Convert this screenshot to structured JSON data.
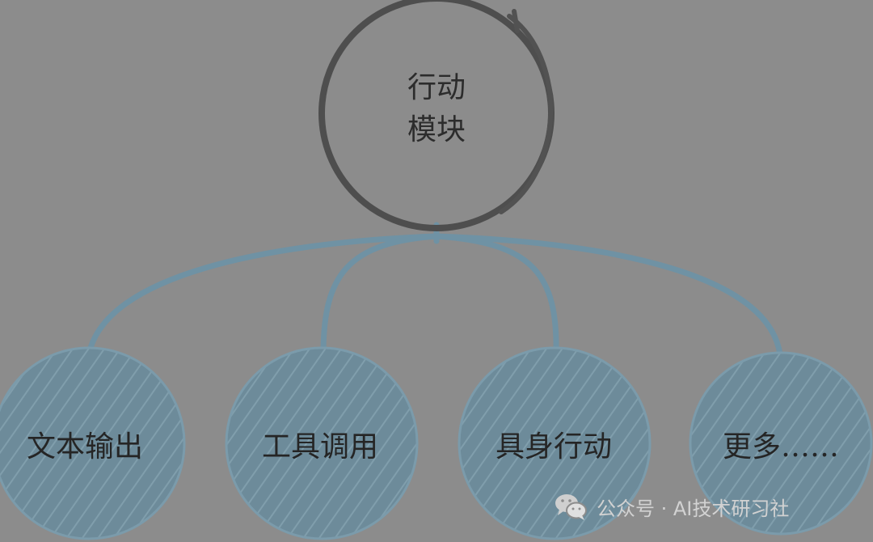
{
  "root": {
    "line1": "行动",
    "line2": "模块"
  },
  "children": [
    {
      "label": "文本输出"
    },
    {
      "label": "工具调用"
    },
    {
      "label": "具身行动"
    },
    {
      "label": "更多……"
    }
  ],
  "watermark": {
    "text": "公众号 · AI技术研习社",
    "icon": "wechat-icon"
  },
  "colors": {
    "background": "#8c8c8c",
    "root_stroke": "#4e4e4e",
    "connector": "#6f92a4",
    "child_fill": "#6d8b9a",
    "child_hatch": "#87a4b2"
  }
}
